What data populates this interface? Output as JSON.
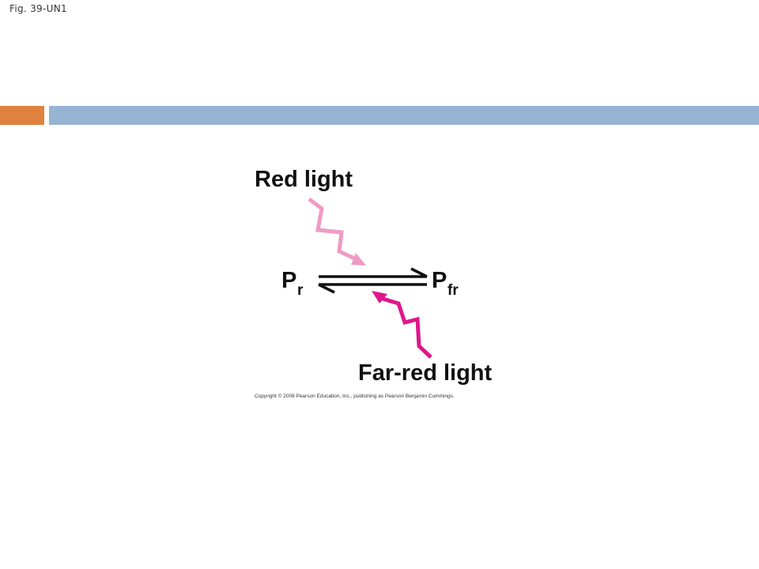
{
  "slide": {
    "figure_label": "Fig. 39-UN1",
    "accent_colors": {
      "orange": "#e0823f",
      "blue": "#98b4d4",
      "red_light_arrow": "#f09ac4",
      "far_red_light_arrow": "#e0168c"
    }
  },
  "diagram": {
    "red_light_label": "Red light",
    "far_red_light_label": "Far-red light",
    "left_form": {
      "base": "P",
      "subscript": "r"
    },
    "right_form": {
      "base": "P",
      "subscript": "fr"
    },
    "copyright": "Copyright © 2008 Pearson Education, Inc., publishing as Pearson Benjamin Cummings."
  }
}
